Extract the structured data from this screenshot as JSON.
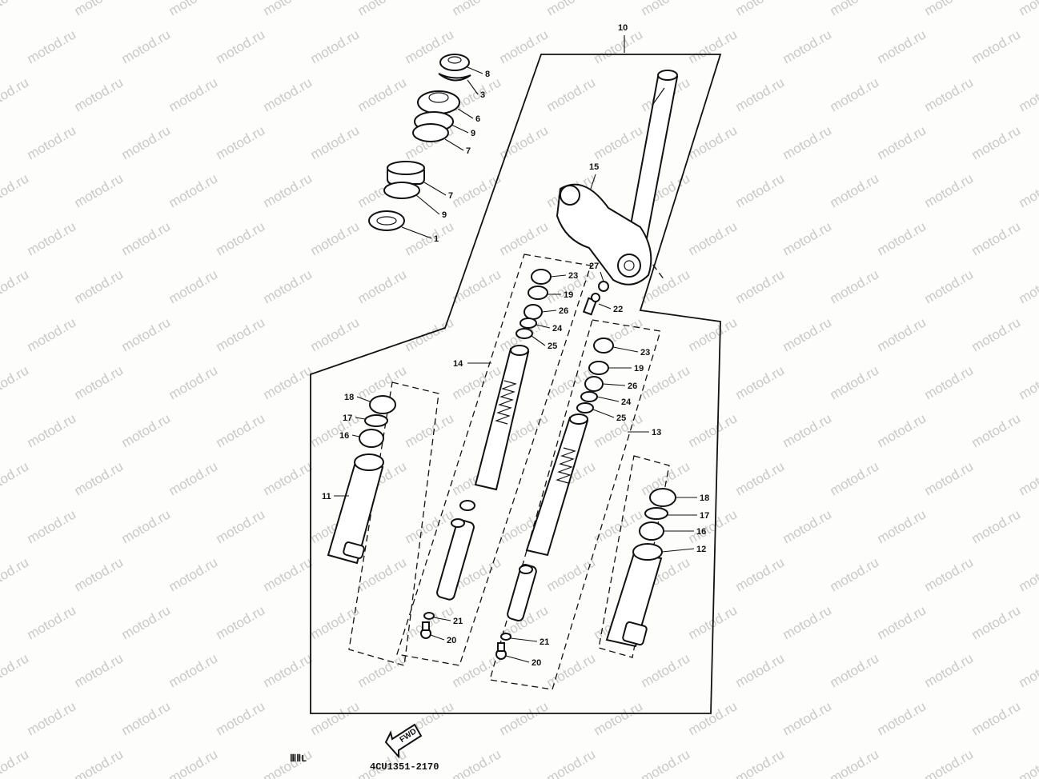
{
  "watermark": "motod.ru",
  "diagram_code": "4CU1351-2170",
  "fwd_label": "FWD",
  "corner_mark": "ⅢⅡL",
  "callouts": [
    {
      "id": "c-10",
      "label": "10"
    },
    {
      "id": "c-8",
      "label": "8"
    },
    {
      "id": "c-3",
      "label": "3"
    },
    {
      "id": "c-6",
      "label": "6"
    },
    {
      "id": "c-9a",
      "label": "9"
    },
    {
      "id": "c-7a",
      "label": "7"
    },
    {
      "id": "c-7b",
      "label": "7"
    },
    {
      "id": "c-9b",
      "label": "9"
    },
    {
      "id": "c-1",
      "label": "1"
    },
    {
      "id": "c-15",
      "label": "15"
    },
    {
      "id": "c-27",
      "label": "27"
    },
    {
      "id": "c-22",
      "label": "22"
    },
    {
      "id": "c-23a",
      "label": "23"
    },
    {
      "id": "c-19a",
      "label": "19"
    },
    {
      "id": "c-26a",
      "label": "26"
    },
    {
      "id": "c-24a",
      "label": "24"
    },
    {
      "id": "c-25a",
      "label": "25"
    },
    {
      "id": "c-14",
      "label": "14"
    },
    {
      "id": "c-23b",
      "label": "23"
    },
    {
      "id": "c-19b",
      "label": "19"
    },
    {
      "id": "c-26b",
      "label": "26"
    },
    {
      "id": "c-24b",
      "label": "24"
    },
    {
      "id": "c-25b",
      "label": "25"
    },
    {
      "id": "c-13",
      "label": "13"
    },
    {
      "id": "c-18a",
      "label": "18"
    },
    {
      "id": "c-17a",
      "label": "17"
    },
    {
      "id": "c-16a",
      "label": "16"
    },
    {
      "id": "c-11",
      "label": "11"
    },
    {
      "id": "c-21a",
      "label": "21"
    },
    {
      "id": "c-20a",
      "label": "20"
    },
    {
      "id": "c-21b",
      "label": "21"
    },
    {
      "id": "c-20b",
      "label": "20"
    },
    {
      "id": "c-18b",
      "label": "18"
    },
    {
      "id": "c-17b",
      "label": "17"
    },
    {
      "id": "c-16b",
      "label": "16"
    },
    {
      "id": "c-12",
      "label": "12"
    }
  ]
}
